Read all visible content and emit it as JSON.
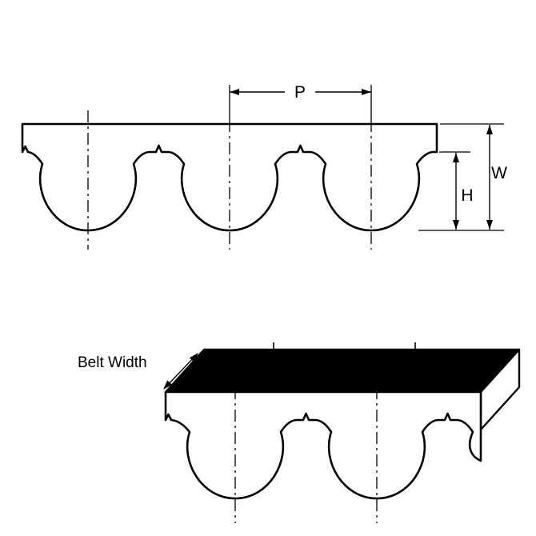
{
  "labels": {
    "pitch": "P",
    "overall_thickness": "W",
    "tooth_height": "H",
    "belt_width": "Belt Width"
  },
  "colors": {
    "line": "#000000",
    "belt_fill": "#ffffff",
    "top_face": "#000000",
    "background": "#ffffff"
  }
}
